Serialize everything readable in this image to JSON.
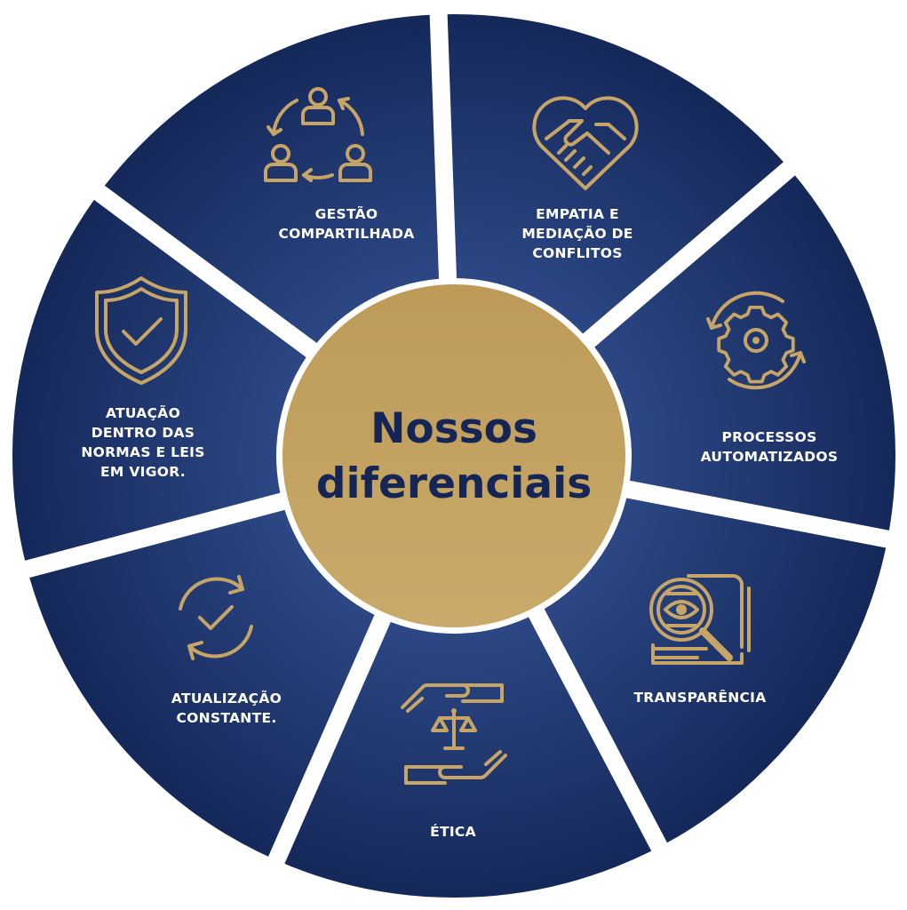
{
  "center": {
    "title_line1": "Nossos",
    "title_line2": "diferenciais"
  },
  "segments": [
    {
      "icon": "people-cycle-icon",
      "lines": [
        "GESTÃO",
        "COMPARTILHADA"
      ]
    },
    {
      "icon": "heart-handshake-icon",
      "lines": [
        "EMPATIA E",
        "MEDIAÇÃO DE",
        "CONFLITOS"
      ]
    },
    {
      "icon": "gear-cycle-icon",
      "lines": [
        "PROCESSOS",
        "AUTOMATIZADOS"
      ]
    },
    {
      "icon": "document-magnifier-icon",
      "lines": [
        "TRANSPARÊNCIA"
      ]
    },
    {
      "icon": "hands-scales-icon",
      "lines": [
        "ÉTICA"
      ]
    },
    {
      "icon": "refresh-check-icon",
      "lines": [
        "ATUALIZAÇÃO",
        "CONSTANTE."
      ]
    },
    {
      "icon": "shield-check-icon",
      "lines": [
        "ATUAÇÃO",
        "DENTRO DAS",
        "NORMAS E LEIS",
        "EM VIGOR."
      ]
    }
  ],
  "colors": {
    "segment_outer": "#15285a",
    "segment_inner": "#2e4a88",
    "gold": "#c7a566",
    "center_gold_top": "#c19d5d",
    "center_gold_bottom": "#c8a868",
    "center_text": "#152556",
    "label_text": "#ffffff",
    "separator": "#ffffff"
  }
}
